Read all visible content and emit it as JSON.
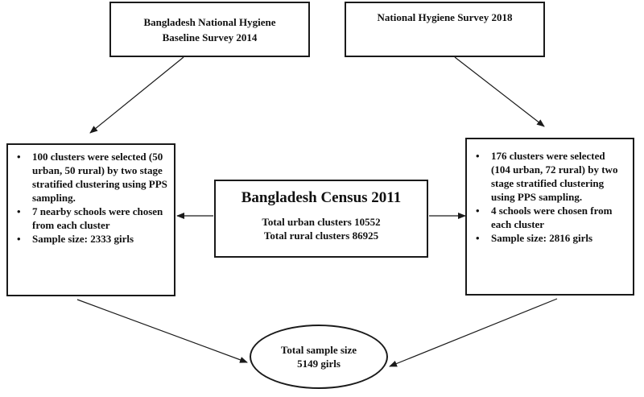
{
  "survey_2014": {
    "line1": "Bangladesh National Hygiene",
    "line2": "Baseline Survey 2014"
  },
  "survey_2018": {
    "title": "National Hygiene Survey 2018"
  },
  "census": {
    "title": "Bangladesh Census 2011",
    "urban": "Total urban clusters 10552",
    "rural": "Total rural clusters 86925"
  },
  "left_box": {
    "bullets": [
      "100 clusters were selected (50 urban, 50 rural) by two stage stratified clustering using PPS sampling.",
      "7 nearby schools were chosen from each cluster",
      "Sample size: 2333 girls"
    ]
  },
  "right_box": {
    "bullets": [
      "176 clusters were selected (104 urban, 72 rural) by two stage stratified clustering using PPS sampling.",
      "4 schools were chosen from each cluster",
      "Sample size: 2816 girls"
    ]
  },
  "total": {
    "line1": "Total sample size",
    "line2": "5149 girls"
  },
  "bullet_glyph": "•"
}
